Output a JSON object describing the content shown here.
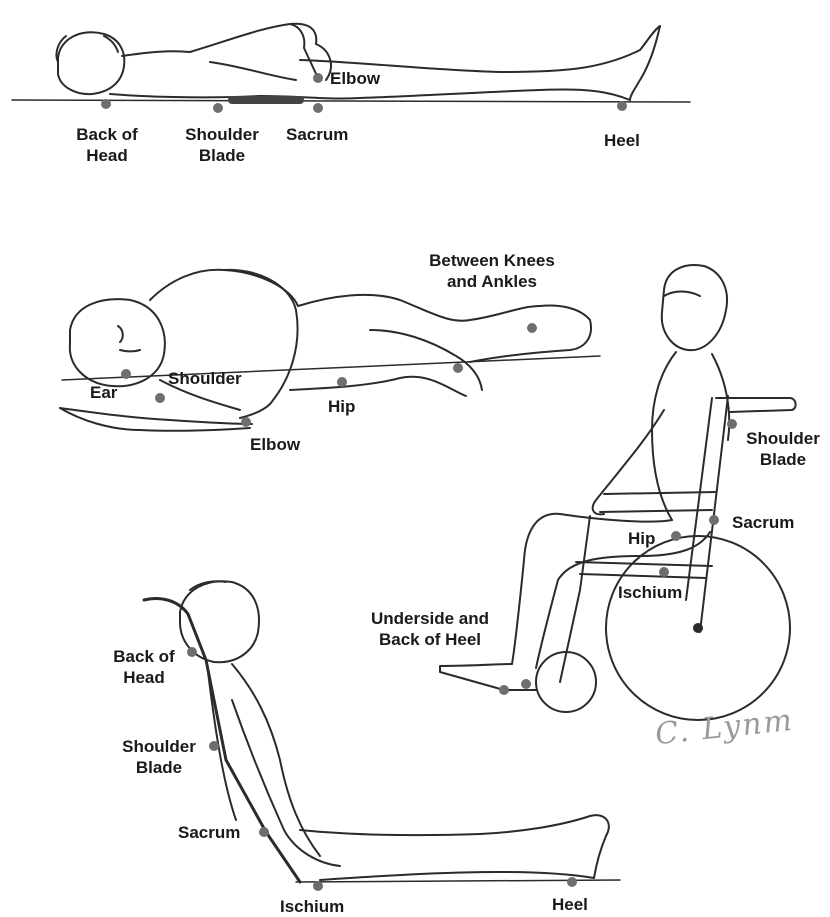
{
  "figure": {
    "supine": {
      "back_of_head": [
        "Back of",
        "Head"
      ],
      "shoulder_blade": [
        "Shoulder",
        "Blade"
      ],
      "sacrum": "Sacrum",
      "elbow": "Elbow",
      "heel": "Heel"
    },
    "side_lying": {
      "between_knees": [
        "Between Knees",
        "and Ankles"
      ],
      "ear": "Ear",
      "shoulder": "Shoulder",
      "hip": "Hip",
      "elbow": "Elbow"
    },
    "wheelchair": {
      "shoulder_blade": [
        "Shoulder",
        "Blade"
      ],
      "sacrum": "Sacrum",
      "hip": "Hip",
      "ischium": "Ischium",
      "heel": [
        "Underside and",
        "Back of Heel"
      ]
    },
    "sitting": {
      "back_of_head": [
        "Back of",
        "Head"
      ],
      "shoulder_blade": [
        "Shoulder",
        "Blade"
      ],
      "sacrum": "Sacrum",
      "ischium": "Ischium",
      "heel": "Heel"
    },
    "signature": "C. Lynm",
    "colors": {
      "line": "#2b2b2b",
      "dot": "#6e6e6e",
      "label": "#1a1a1a",
      "signature": "#9a9a9a"
    }
  }
}
